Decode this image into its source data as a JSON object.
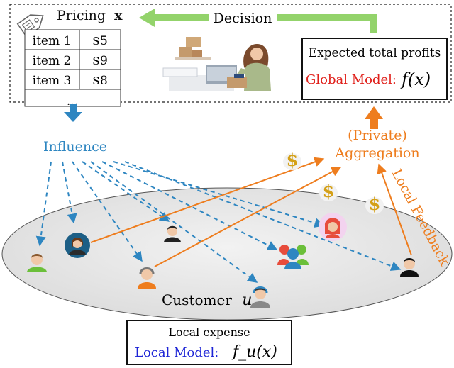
{
  "pricing": {
    "label": "Pricing",
    "var": "x",
    "rows": [
      {
        "item": "item 1",
        "price": "$5"
      },
      {
        "item": "item 2",
        "price": "$9"
      },
      {
        "item": "item 3",
        "price": "$8"
      }
    ],
    "ellipsis": "..."
  },
  "decision": "Decision",
  "global_box": {
    "title": "Expected total profits",
    "model_label": "Global Model:",
    "model_fn": "f(x)"
  },
  "influence": "Influence",
  "aggregation": {
    "line1": "(Private)",
    "line2": "Aggregation"
  },
  "local_feedback": "Local Feedback",
  "customer": {
    "label": "Customer",
    "var": "u"
  },
  "local_box": {
    "title": "Local expense",
    "model_label": "Local Model:",
    "model_fn": "f_u(x)"
  },
  "colors": {
    "influence_blue": "#2e86c1",
    "aggregation_orange": "#ee7d1e",
    "decision_green": "#93d36b",
    "global_red": "#e0201b",
    "local_blue": "#1d24d6",
    "ellipse_fill": "#e6e6e6"
  },
  "icons": [
    "price-tag-icon",
    "cashier-illustration",
    "dollar-bag-icon",
    "customer-avatar-icon",
    "customer-group-icon"
  ]
}
